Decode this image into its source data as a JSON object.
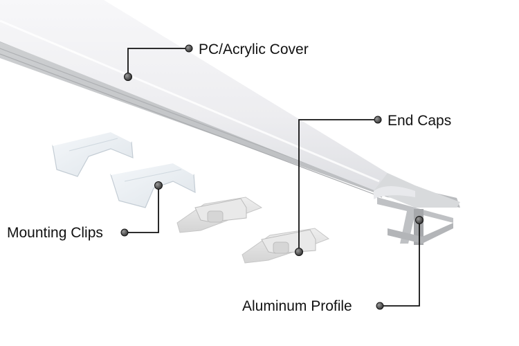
{
  "diagram": {
    "labels": {
      "cover": "PC/Acrylic Cover",
      "end_caps": "End Caps",
      "mounting_clips": "Mounting Clips",
      "profile": "Aluminum Profile"
    },
    "colors": {
      "leader": "#111111",
      "dot_fill": "#555555",
      "aluminum": "#c9cbcd",
      "cover": "#eeeff2"
    }
  }
}
